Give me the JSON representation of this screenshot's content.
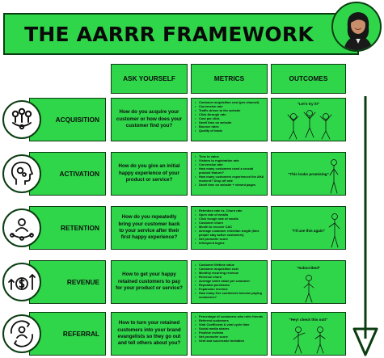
{
  "title": "THE AARRR FRAMEWORK",
  "headers": {
    "ask": "ASK YOURSELF",
    "metrics": "METRICS",
    "outcomes": "OUTCOMES"
  },
  "colors": {
    "accent": "#2fd64a",
    "border": "#0c3d12",
    "arrow": "#0c3d12"
  },
  "stages": [
    {
      "name": "ACQUISITION",
      "icon": "people-network-icon",
      "question": "How do you acquire your customer or how does your customer find you?",
      "metrics": [
        "Customer acquisition cost (per channel)",
        "Conversion rate",
        "Traffic driven to the website",
        "Click-through rate",
        "Cost per click",
        "Dwell time on website",
        "Bounce rates",
        "Quality of leads"
      ],
      "outcome_quote": "\"Let's try it!\""
    },
    {
      "name": "ACTIVATION",
      "icon": "head-gears-icon",
      "question": "How do you give an initial happy experience of your product or service?",
      "metrics": [
        "Time to value",
        "Visitors to registration rate",
        "Conversion rate",
        "How many customers used a crucial product feature?",
        "How many customers experienced the AHA moment? Drop off rate",
        "Dwell time on website + viewed pages"
      ],
      "outcome_quote": "\"This looks promising\""
    },
    {
      "name": "RETENTION",
      "icon": "person-cycle-icon",
      "question": "How do you repeatedly bring your customer back to your service after their first happy experience?",
      "metrics": [
        "Retention rate vs. Churn rate",
        "Open rate of emails",
        "Click trough rate of emails",
        "Customer churn",
        "Month to recover CAC",
        "Average customer retention length (time people stay active customers)",
        "Net promoter score",
        "Infrequent logins"
      ],
      "outcome_quote": "\"I'll use this again\""
    },
    {
      "name": "REVENUE",
      "icon": "money-growth-icon",
      "question": "How to get your happy retained customers to pay for your product or service?",
      "metrics": [
        "Customer lifetime value",
        "Customer acquisition cost",
        "Monthly recurring revenue",
        "Revenue churn",
        "Average order value per customer",
        "Repeated purchases",
        "Expansion revenue",
        "How many free customers become paying customers?"
      ],
      "outcome_quote": "\"Subscribed\""
    },
    {
      "name": "REFERRAL",
      "icon": "referral-cycle-icon",
      "question": "How to turn your retained customers into your brand evangelists so they go out and tell others about you?",
      "metrics": [
        "Percentage of customers who refer friends",
        "Referred customers",
        "Viral Coefficient & viral cycle time",
        "Social media shares",
        "Positive reviews",
        "Net promoter score",
        "Sent  and successful invitation"
      ],
      "outcome_quote": "\"Hey! check this out!\""
    }
  ]
}
